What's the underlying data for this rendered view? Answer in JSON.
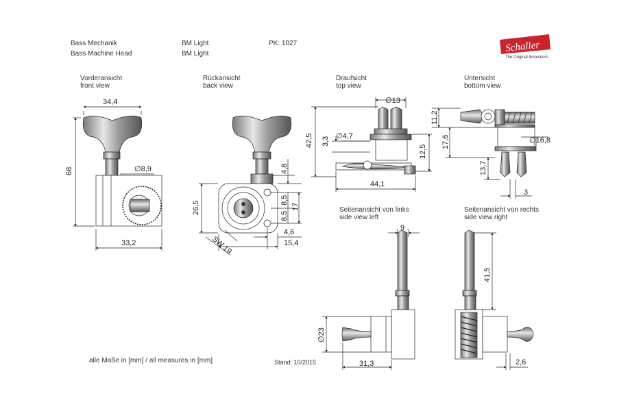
{
  "header": {
    "name_de": "Bass Mechanik",
    "name_en": "Bass Machine Head",
    "model_1": "BM Light",
    "model_2": "BM Light",
    "pk": "PK: 1027"
  },
  "logo": {
    "brand": "Schaller",
    "tagline": "The Original Innovators",
    "color": "#c8242b"
  },
  "views": {
    "front": {
      "de": "Vorderansicht",
      "en": "front view"
    },
    "back": {
      "de": "Rückansicht",
      "en": "back view"
    },
    "top": {
      "de": "Draufsicht",
      "en": "top view"
    },
    "bottom": {
      "de": "Untersicht",
      "en": "bottom view"
    },
    "side_left": {
      "de": "Seitenansicht von links",
      "en": "side view left"
    },
    "side_right": {
      "de": "Seitenansicht von rechts",
      "en": "side view right"
    }
  },
  "dimensions": {
    "front_width": "34,4",
    "front_height": "68",
    "front_shaft_dia": "8,9",
    "front_base": "33,2",
    "back_height": "26,5",
    "back_wrench": "SW 19",
    "back_top": "4,8",
    "back_hole_1": "8,5",
    "back_hole_2": "8,5",
    "back_17": "17",
    "back_4_6": "4,6",
    "back_15_4": "15,4",
    "top_dia_13": "13",
    "top_height": "42,5",
    "top_dia_4_7": "4,7",
    "top_3_3": "3,3",
    "top_12_5": "12,5",
    "top_width": "44,1",
    "bottom_11_2": "11,2",
    "bottom_17_6": "17,6",
    "bottom_dia": "16,8",
    "bottom_13_7": "13,7",
    "bottom_3": "3",
    "side_9": "9",
    "side_dia_23": "23",
    "side_31_3": "31,3",
    "side_41_5": "41,5",
    "side_2_6": "2,6"
  },
  "footer": {
    "units": "alle Maße in [mm] / all measures in [mm]",
    "date": "Stand: 10/2015"
  }
}
